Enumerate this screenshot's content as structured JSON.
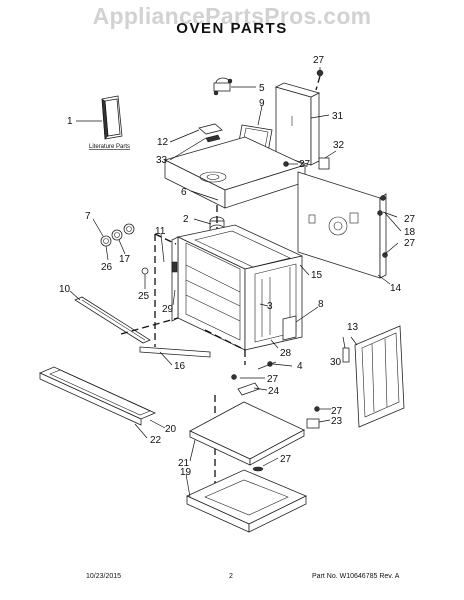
{
  "watermark": "AppliancePartsPros.com",
  "title": "OVEN PARTS",
  "literature_label": "Literature Parts",
  "callouts": {
    "c1": "1",
    "c2": "2",
    "c3": "3",
    "c4": "4",
    "c5": "5",
    "c6": "6",
    "c7": "7",
    "c8": "8",
    "c9": "9",
    "c10": "10",
    "c11": "11",
    "c12": "12",
    "c13": "13",
    "c14": "14",
    "c15": "15",
    "c16": "16",
    "c17": "17",
    "c18": "18",
    "c19": "19",
    "c20": "20",
    "c21": "21",
    "c22": "22",
    "c23": "23",
    "c24": "24",
    "c25": "25",
    "c26": "26",
    "c28": "28",
    "c29": "29",
    "c30": "30",
    "c31": "31",
    "c32": "32",
    "c33": "33",
    "c27a": "27",
    "c27b": "27",
    "c27c": "27",
    "c27d": "27",
    "c27e": "27",
    "c27f": "27",
    "c27g": "27"
  },
  "footer": {
    "date": "10/23/2015",
    "page": "2",
    "part_info": "Part No.  W10646785  Rev.  A"
  }
}
